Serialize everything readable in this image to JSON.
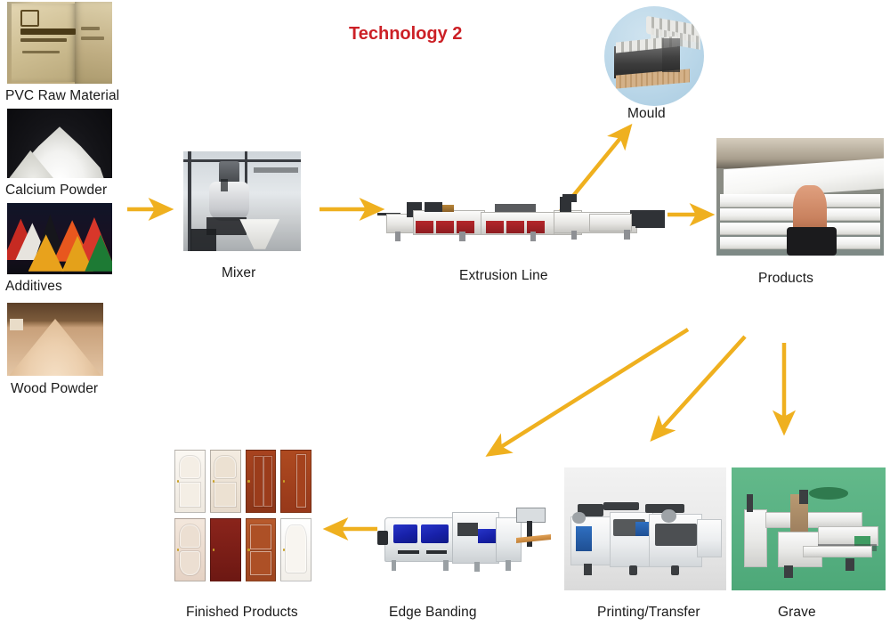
{
  "title": "Technology 2",
  "colors": {
    "title": "#cc2026",
    "arrow": "#efb01f",
    "label_text": "#1a1a1a",
    "mould_bg": "#b9d6e8",
    "grave_bg": "#57b082"
  },
  "materials": [
    {
      "label": "PVC Raw Material",
      "image": "pvc-sacks-photo"
    },
    {
      "label": "Calcium Powder",
      "image": "white-powder-heap-photo"
    },
    {
      "label": "Additives",
      "image": "colored-granule-piles-photo"
    },
    {
      "label": "Wood Powder",
      "image": "wood-powder-heap-photo"
    }
  ],
  "stages": {
    "mixer": {
      "label": "Mixer",
      "image": "mixer-machine-photo"
    },
    "extrusion": {
      "label": "Extrusion Line",
      "image": "extrusion-line-photo"
    },
    "mould": {
      "label": "Mould",
      "image": "extrusion-die-mould-photo"
    },
    "products": {
      "label": "Products",
      "image": "white-pvc-panels-photo"
    },
    "edge_banding": {
      "label": "Edge Banding",
      "image": "edge-banding-machine-photo"
    },
    "printing": {
      "label": "Printing/Transfer",
      "image": "printing-transfer-machine-photo"
    },
    "grave": {
      "label": "Grave",
      "image": "cnc-engraving-machine-photo"
    },
    "finished": {
      "label": "Finished Products",
      "image": "door-samples-grid-photo"
    }
  },
  "doors": [
    {
      "color": "#f6f3ee",
      "panel": "#efe9e0",
      "style": "arched-two-panel"
    },
    {
      "color": "#efe6db",
      "panel": "#e6dacb",
      "style": "arched-two-panel"
    },
    {
      "color": "#9e3d1f",
      "panel": "#8c3518",
      "style": "vertical-grooves"
    },
    {
      "color": "#a8441f",
      "panel": "#97381a",
      "style": "single-line"
    },
    {
      "color": "#efe2d8",
      "panel": "#e5d2c4",
      "style": "double-oval"
    },
    {
      "color": "#7e1e18",
      "panel": "#6d1813",
      "style": "flush"
    },
    {
      "color": "#b15228",
      "panel": "#9e4520",
      "style": "carved-panel"
    },
    {
      "color": "#fbfaf7",
      "panel": "#f2efe9",
      "style": "plain-panel"
    }
  ],
  "additive_piles": [
    {
      "color": "#d9d9d4"
    },
    {
      "color": "#c62a22"
    },
    {
      "color": "#e8a21c"
    },
    {
      "color": "#e8571e"
    },
    {
      "color": "#1d7a34"
    },
    {
      "color": "#14141a"
    },
    {
      "color": "#e03b27"
    }
  ],
  "arrows": [
    {
      "name": "materials-to-mixer",
      "from": "materials",
      "to": "mixer",
      "direction": "right"
    },
    {
      "name": "mixer-to-extrusion",
      "from": "mixer",
      "to": "extrusion",
      "direction": "right"
    },
    {
      "name": "extrusion-to-mould",
      "from": "extrusion",
      "to": "mould",
      "direction": "up-right"
    },
    {
      "name": "extrusion-to-products",
      "from": "extrusion",
      "to": "products",
      "direction": "right"
    },
    {
      "name": "products-to-edge-banding",
      "from": "products",
      "to": "edge_banding",
      "direction": "down-left"
    },
    {
      "name": "products-to-printing",
      "from": "products",
      "to": "printing",
      "direction": "down-left"
    },
    {
      "name": "products-to-grave",
      "from": "products",
      "to": "grave",
      "direction": "down"
    },
    {
      "name": "edge-banding-to-finished",
      "from": "edge_banding",
      "to": "finished",
      "direction": "left"
    }
  ]
}
